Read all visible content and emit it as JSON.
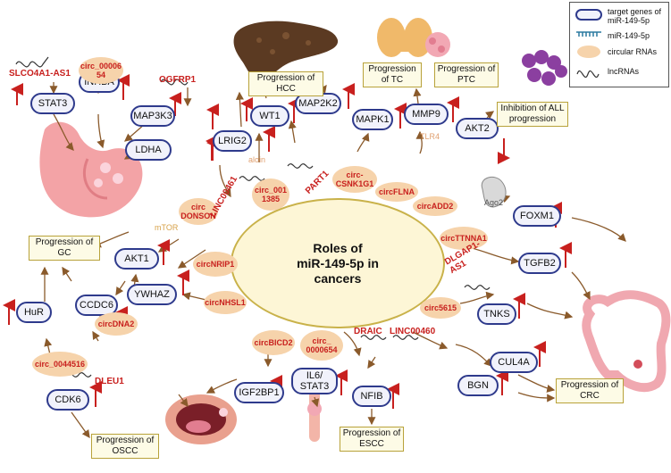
{
  "center_title": "Roles of\nmiR-149-5p in\ncancers",
  "legend": {
    "target_genes": "target genes of\nmiR-149-5p",
    "mirna": "miR-149-5p",
    "circular": "circular RNAs",
    "lnc": "lncRNAs"
  },
  "genes": {
    "stat3": "STAT3",
    "inhba": "INHBA",
    "map3k3": "MAP3K3",
    "ldha": "LDHA",
    "lrig2": "LRIG2",
    "wt1": "WT1",
    "map2k2": "MAP2K2",
    "mapk1": "MAPK1",
    "mmp9": "MMP9",
    "akt2": "AKT2",
    "foxm1": "FOXM1",
    "tgfb2": "TGFB2",
    "tnks": "TNKS",
    "cul4a": "CUL4A",
    "bgn": "BGN",
    "akt1": "AKT1",
    "ywhaz": "YWHAZ",
    "ccdc6": "CCDC6",
    "hur": "HuR",
    "cdk6": "CDK6",
    "igf2bp1": "IGF2BP1",
    "il6": "IL6/\nSTAT3",
    "nfib": "NFIB"
  },
  "circs": {
    "c0000654": "circ_00006\n54",
    "donson": "circ\nDONSON",
    "c0011385": "circ_001\n1385",
    "csnk1g1": "circ-\nCSNK1G1",
    "flna": "circFLNA",
    "add2": "circADD2",
    "ttnna1": "circTTNNA1",
    "c5615": "circ5615",
    "nrip1": "circNRIP1",
    "nhsl1": "circNHSL1",
    "dna2": "circDNA2",
    "c0044516": "circ_0044516",
    "bicd2": "circBICD2",
    "c0000654b": "circ_\n0000654"
  },
  "lncs": {
    "slco4a1": "SLCO4A1-AS1",
    "ogfrp1": "OGFRP1",
    "linc00461": "LINC00461",
    "part1": "PART1",
    "dlgap1": "DLGAP1-\nAS1",
    "draic": "DRAIC",
    "linc00460": "LINC00460",
    "dleu1": "DLEU1"
  },
  "misc": {
    "aloin": "aloin",
    "tlr4": "TLR4",
    "mtor": "mTOR",
    "ago2": "Ago2"
  },
  "outcomes": {
    "hcc": "Progression of\nHCC",
    "tc": "Progression\nof TC",
    "ptc": "Progression of\nPTC",
    "all": "Inhibition of ALL\nprogression",
    "gc": "Progression of\nGC",
    "crc": "Progression of\nCRC",
    "oscc": "Progression of\nOSCC",
    "escc": "Progression of\nESCC"
  },
  "colors": {
    "gene_border": "#2e3a8c",
    "circ_fill": "#f6d3ab",
    "red": "#c8201e",
    "arrow": "#8a5a2b",
    "misc_orange": "#e0a070"
  }
}
